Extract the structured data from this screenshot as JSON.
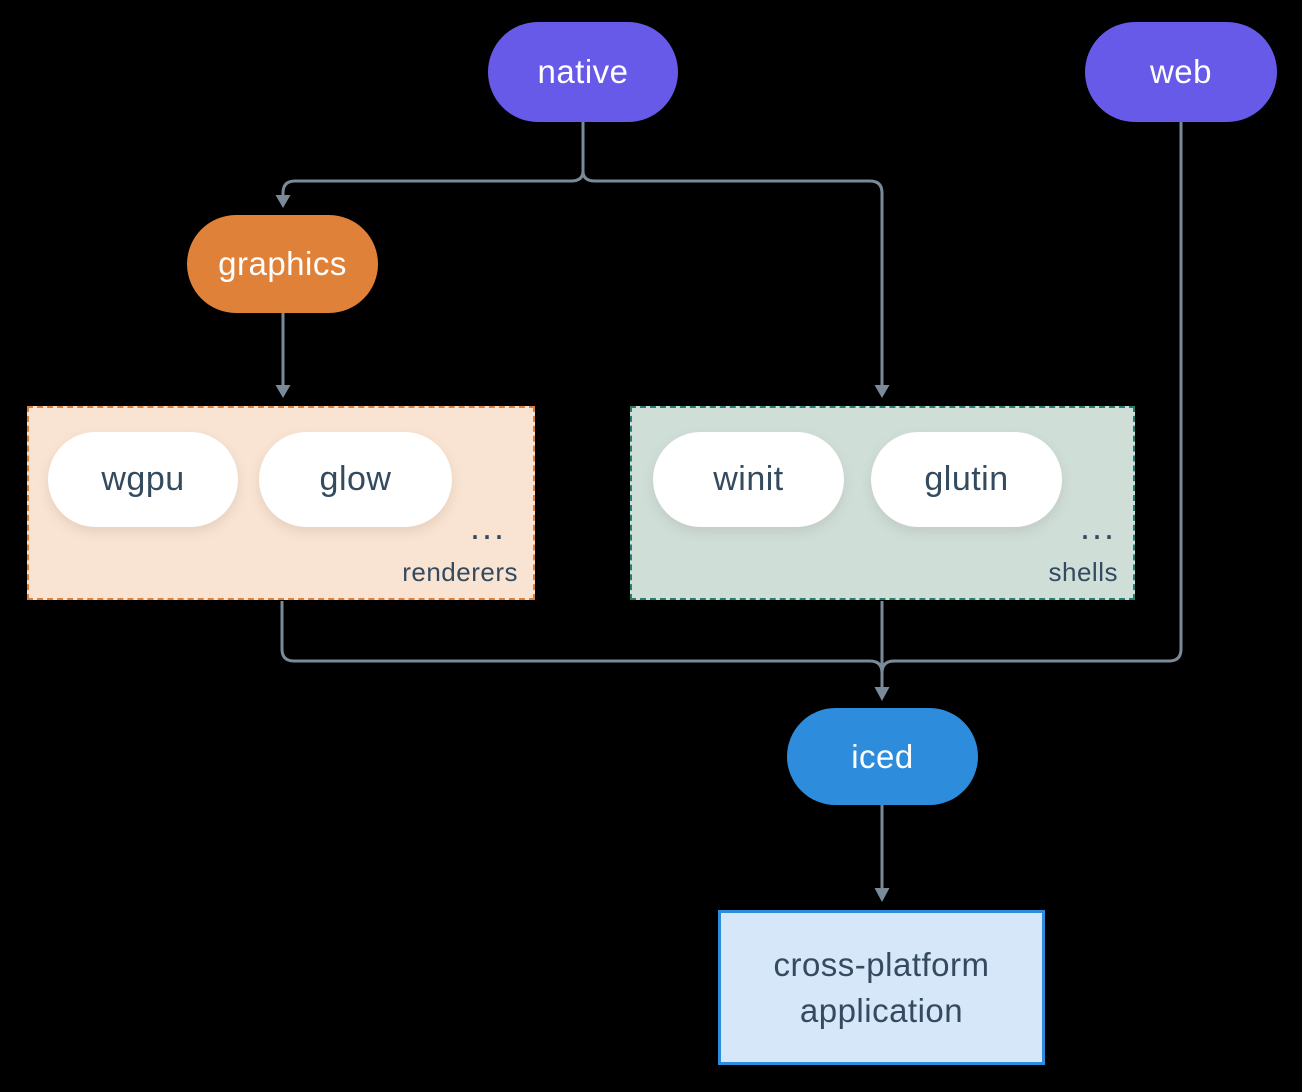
{
  "diagram": {
    "background_color": "#000000",
    "colors": {
      "platform_pill": "#685ae8",
      "graphics_pill": "#e0813a",
      "iced_pill": "#2d8ddc",
      "arrow": "#7a8a99",
      "renderers_box_bg": "#f9e4d3",
      "renderers_box_border": "#e0813a",
      "shells_box_bg": "#cfdfd8",
      "shells_box_border": "#2a7d6e",
      "app_box_bg": "#d5e7f8",
      "app_box_border": "#2d8ddc",
      "dark_text": "#344a5e",
      "pill_text": "#ffffff"
    },
    "nodes": {
      "native": {
        "label": "native"
      },
      "web": {
        "label": "web"
      },
      "graphics": {
        "label": "graphics"
      },
      "iced": {
        "label": "iced"
      },
      "application": {
        "line1": "cross-platform",
        "line2": "application"
      }
    },
    "groups": {
      "renderers": {
        "label": "renderers",
        "items": [
          "wgpu",
          "glow"
        ],
        "ellipsis": "..."
      },
      "shells": {
        "label": "shells",
        "items": [
          "winit",
          "glutin"
        ],
        "ellipsis": "..."
      }
    },
    "edges": [
      {
        "from": "native",
        "to": "graphics"
      },
      {
        "from": "native",
        "to": "shells"
      },
      {
        "from": "graphics",
        "to": "renderers"
      },
      {
        "from": "renderers",
        "to": "iced"
      },
      {
        "from": "shells",
        "to": "iced"
      },
      {
        "from": "web",
        "to": "iced"
      },
      {
        "from": "iced",
        "to": "cross-platform application"
      }
    ]
  }
}
